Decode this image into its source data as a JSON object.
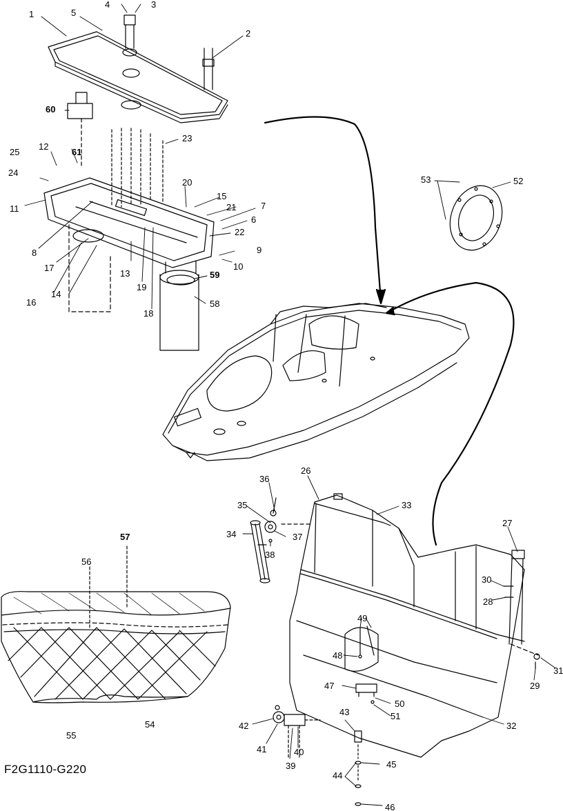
{
  "figure_code": "F2G1110-G220",
  "colors": {
    "ink": "#000000",
    "paper": "#ffffff"
  },
  "callouts": {
    "n1": "1",
    "n2": "2",
    "n3": "3",
    "n4": "4",
    "n5": "5",
    "n6": "6",
    "n7": "7",
    "n8": "8",
    "n9": "9",
    "n10": "10",
    "n11": "11",
    "n12": "12",
    "n13": "13",
    "n14": "14",
    "n15": "15",
    "n16": "16",
    "n17": "17",
    "n18": "18",
    "n19": "19",
    "n20": "20",
    "n21": "21",
    "n22": "22",
    "n23": "23",
    "n24": "24",
    "n25": "25",
    "n26": "26",
    "n27": "27",
    "n28": "28",
    "n29": "29",
    "n30": "30",
    "n31": "31",
    "n32": "32",
    "n33": "33",
    "n34": "34",
    "n35": "35",
    "n36": "36",
    "n37": "37",
    "n38": "38",
    "n39": "39",
    "n40": "40",
    "n41": "41",
    "n42": "42",
    "n43": "43",
    "n44": "44",
    "n45": "45",
    "n46": "46",
    "n47": "47",
    "n48": "48",
    "n49": "49",
    "n50": "50",
    "n51": "51",
    "n52": "52",
    "n53": "53",
    "n54": "54",
    "n55": "55",
    "n56": "56",
    "n57": "57",
    "n58": "58",
    "n59": "59",
    "n60": "60",
    "n61": "61"
  }
}
